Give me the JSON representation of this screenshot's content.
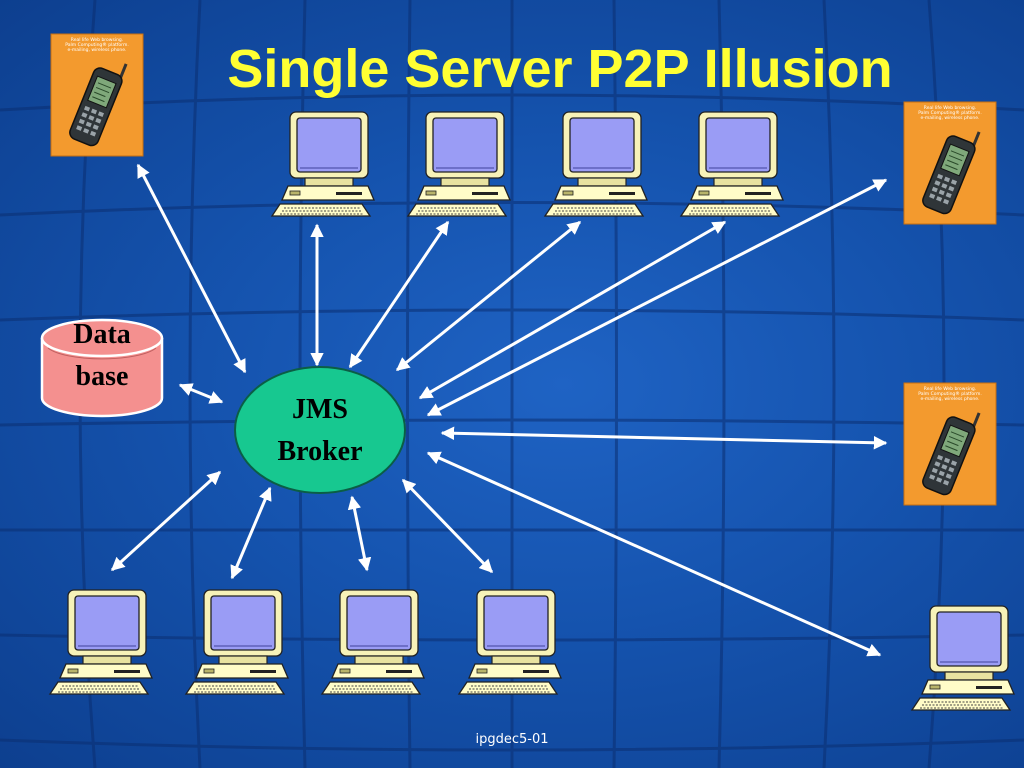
{
  "slide": {
    "title": "Single Server P2P Illusion",
    "footer": "ipgdec5-01"
  },
  "broker": {
    "line1": "JMS",
    "line2": "Broker",
    "fill": "#17c890"
  },
  "database": {
    "line1": "Data",
    "line2": "base",
    "fill": "#f4908f"
  },
  "phones": {
    "card_fill": "#f39a2e",
    "caption": [
      "Real life Web browsing.",
      "Palm Computing® platform.",
      "e-mailing, wireless phone."
    ]
  },
  "computers": {
    "screen_fill": "#9a9cf5",
    "body_fill": "#fffcc8"
  },
  "colors": {
    "background": "#1553ae",
    "title": "#ffff33",
    "arrow": "#ffffff"
  },
  "icons": {
    "device_icon": "cell-phone-icon",
    "computer_icon": "desktop-computer-icon"
  }
}
